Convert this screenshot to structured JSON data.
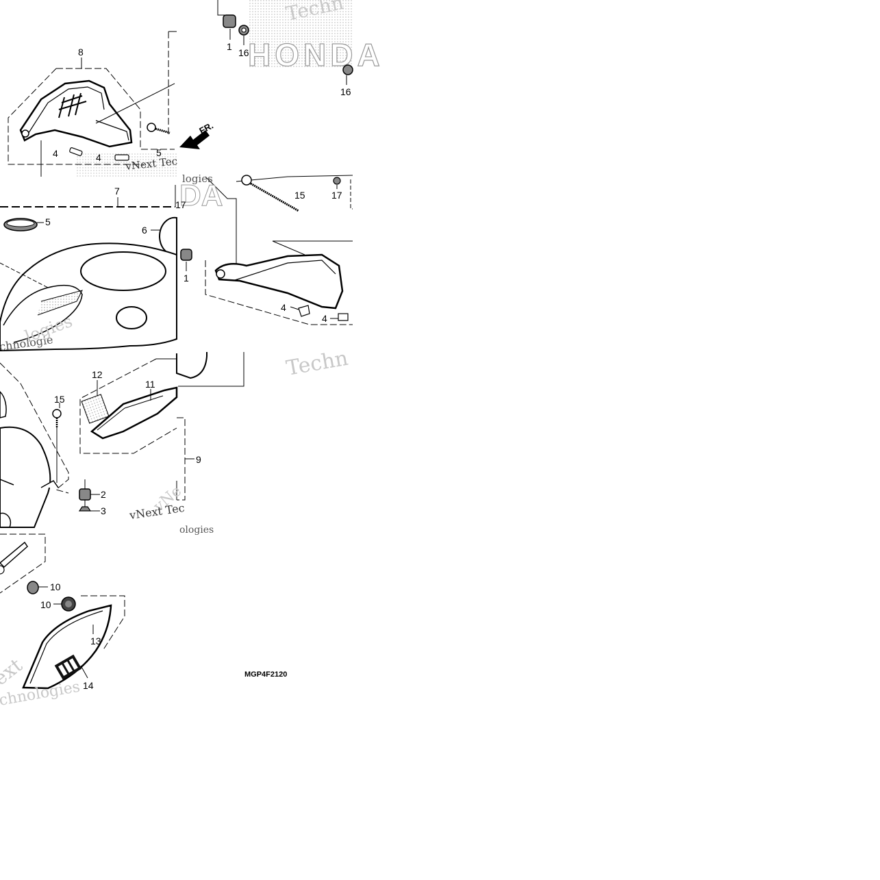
{
  "diagram": {
    "drawing_code": "MGP4F2120",
    "front_arrow_label": "FR.",
    "brand_mark": "HONDA",
    "watermarks": [
      "Techn",
      "vNext Tec",
      "logies",
      "Techn",
      "chnologie",
      "logies",
      "vNe",
      "vNext Tec",
      "ologies",
      "ext",
      "chnologies"
    ],
    "callouts": {
      "c1a": "1",
      "c16a": "16",
      "c16b": "16",
      "c8": "8",
      "c4a": "4",
      "c4b": "4",
      "c5a": "5",
      "c7": "7",
      "c17a": "17",
      "c5b": "5",
      "c6": "6",
      "c15a": "15",
      "c17b": "17",
      "c1b": "1",
      "c4c": "4",
      "c4d": "4",
      "c12": "12",
      "c11": "11",
      "c15b": "15",
      "c9": "9",
      "c2": "2",
      "c3": "3",
      "c10a": "10",
      "c10b": "10",
      "c13": "13",
      "c14": "14"
    }
  }
}
